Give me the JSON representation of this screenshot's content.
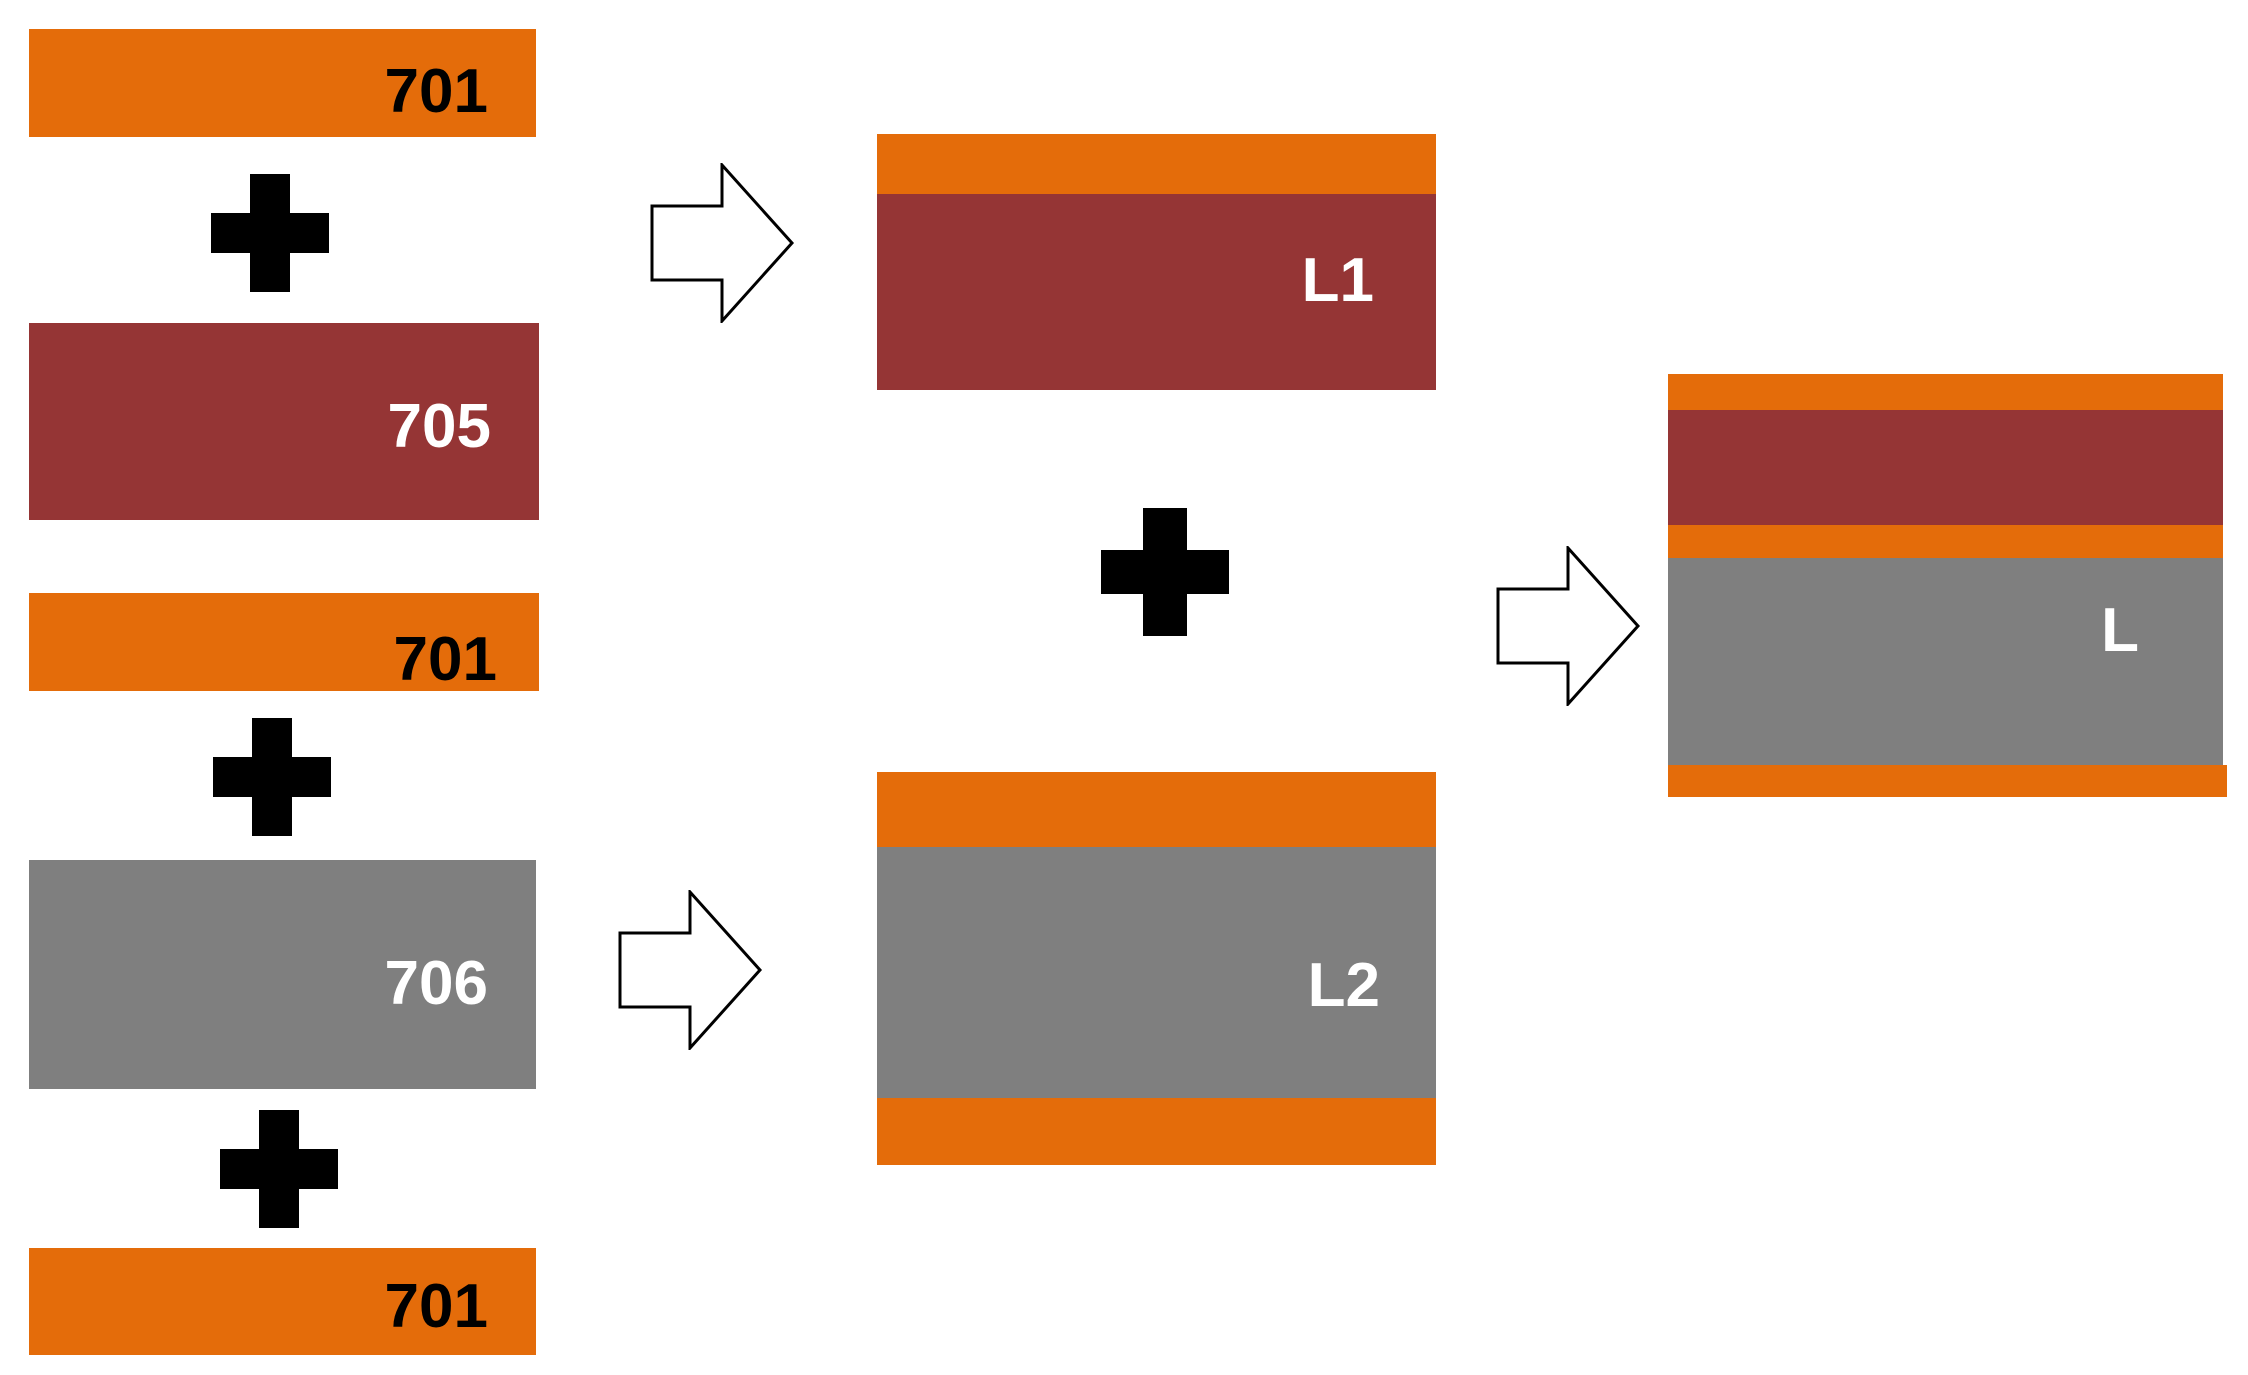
{
  "colors": {
    "layer_701": "#e46c0a",
    "layer_705": "#953535",
    "layer_706": "#7f7f7f",
    "symbol": "#000000",
    "arrow_stroke": "#000000",
    "arrow_fill": "#ffffff"
  },
  "inputs": {
    "top_701": "701",
    "core_705": "705",
    "mid_701": "701",
    "core_706": "706",
    "bottom_701": "701"
  },
  "intermediate": {
    "l1": "L1",
    "l2": "L2"
  },
  "result": {
    "l": "L"
  },
  "icons": {
    "plus": "plus-icon",
    "arrow": "hollow-right-arrow-icon"
  }
}
